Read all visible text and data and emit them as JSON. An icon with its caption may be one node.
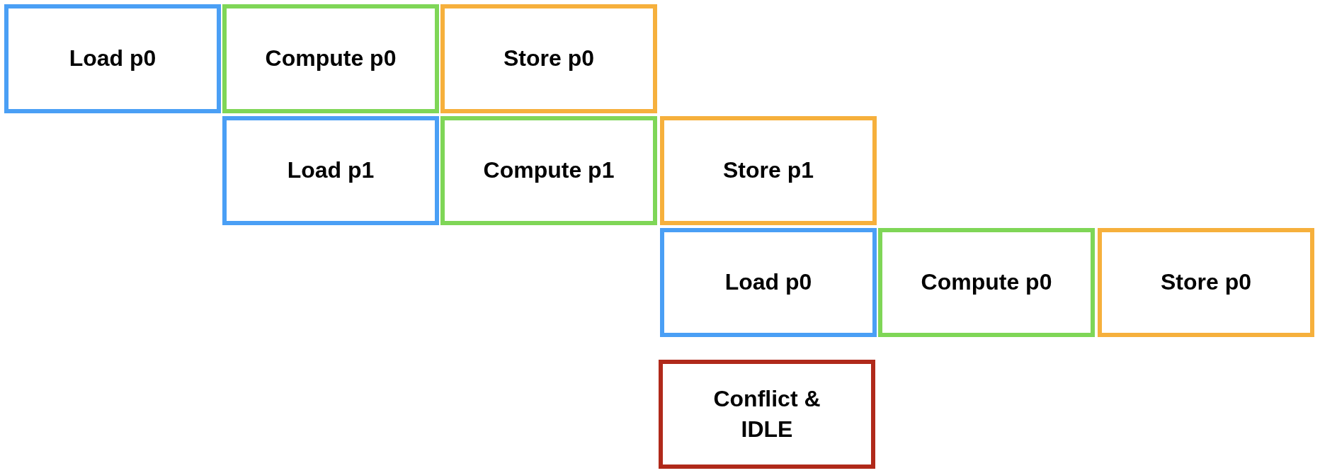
{
  "diagram": {
    "nodes": [
      {
        "text": [
          "Load p0"
        ]
      },
      {
        "text": [
          "Compute p0"
        ]
      },
      {
        "text": [
          "Store p0"
        ]
      },
      {
        "text": [
          "Load p1"
        ]
      },
      {
        "text": [
          "Compute p1"
        ]
      },
      {
        "text": [
          "Store p1"
        ]
      },
      {
        "text": [
          "Load p0"
        ]
      },
      {
        "text": [
          "Compute p0"
        ]
      },
      {
        "text": [
          "Store p0"
        ]
      },
      {
        "text": [
          "Conflict & IDLE"
        ]
      }
    ]
  }
}
